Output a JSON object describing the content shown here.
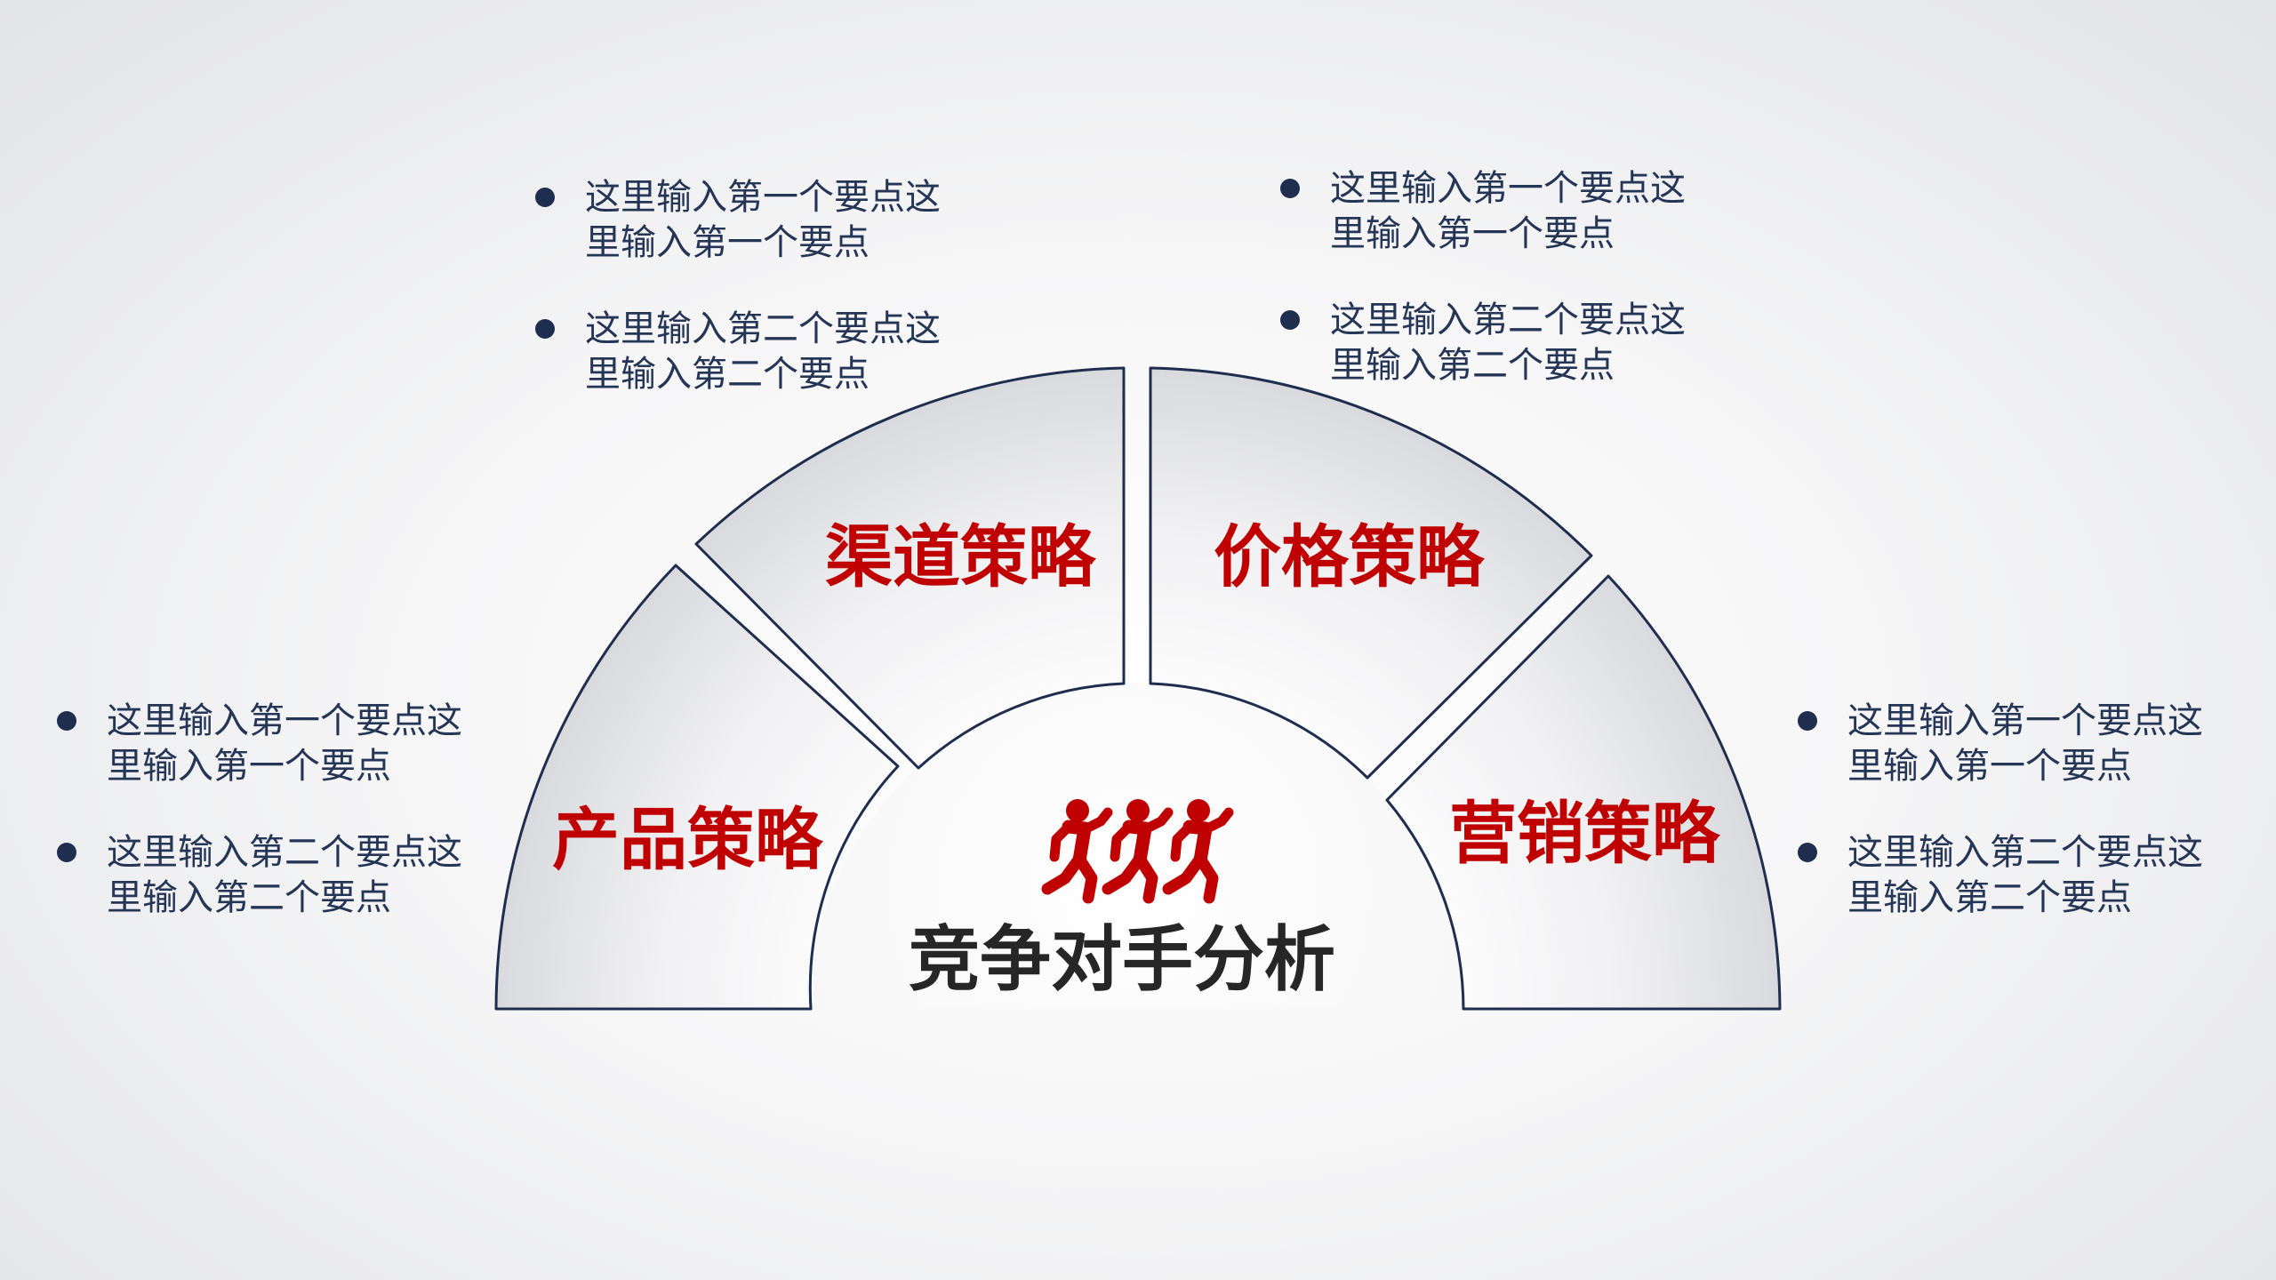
{
  "center": {
    "title": "竞争对手分析",
    "icon": "running-figures-icon"
  },
  "sectors": [
    {
      "id": "product",
      "label": "产品策略"
    },
    {
      "id": "channel",
      "label": "渠道策略"
    },
    {
      "id": "price",
      "label": "价格策略"
    },
    {
      "id": "marketing",
      "label": "营销策略"
    }
  ],
  "notes": {
    "top_left": [
      "这里输入第一个要点这里输入第一个要点",
      "这里输入第二个要点这里输入第二个要点"
    ],
    "top_right": [
      "这里输入第一个要点这里输入第一个要点",
      "这里输入第二个要点这里输入第二个要点"
    ],
    "left": [
      "这里输入第一个要点这里输入第一个要点",
      "这里输入第二个要点这里输入第二个要点"
    ],
    "right": [
      "这里输入第一个要点这里输入第一个要点",
      "这里输入第二个要点这里输入第二个要点"
    ]
  },
  "colors": {
    "accent": "#c00000",
    "outline": "#1f2d4e",
    "text": "#243556",
    "title": "#262626"
  }
}
